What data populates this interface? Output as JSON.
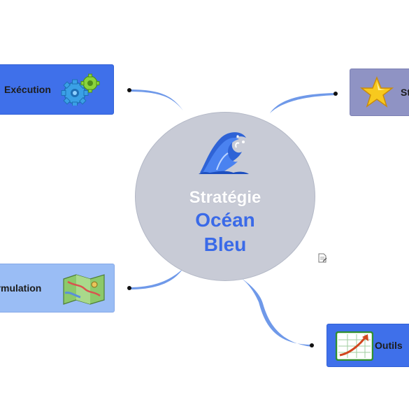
{
  "center": {
    "line1": "Stratégie",
    "line2": "Océan",
    "line3": "Bleu",
    "icon": "wave-icon"
  },
  "branches": [
    {
      "label": "Exécution",
      "icon": "gears-icon"
    },
    {
      "label": "St",
      "icon": "star-icon"
    },
    {
      "label": "ormulation",
      "icon": "map-icon"
    },
    {
      "label": "Outils",
      "icon": "growth-chart-icon"
    }
  ],
  "colors": {
    "center_fill": "#c8cbd6",
    "center_title": "#ffffff",
    "accent_blue": "#3a6ae8",
    "branch_dark": "#3f70ea",
    "branch_purple": "#8f93c4",
    "branch_light": "#9abdf5",
    "connector": "#6f99e9"
  }
}
